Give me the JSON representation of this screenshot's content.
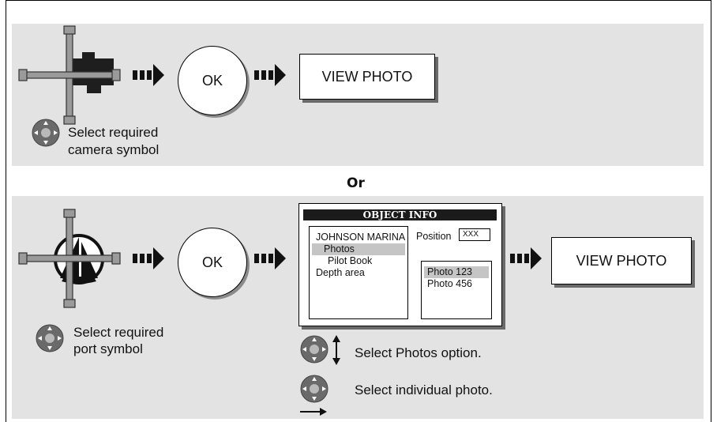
{
  "row1": {
    "ok_label": "OK",
    "view_photo_label": "VIEW PHOTO",
    "caption_line1": "Select required",
    "caption_line2": "camera symbol"
  },
  "separator": {
    "or_label": "Or"
  },
  "row2": {
    "ok_label": "OK",
    "view_photo_label": "VIEW PHOTO",
    "caption_line1": "Select required",
    "caption_line2": "port symbol",
    "dialog": {
      "title": "OBJECT INFO",
      "items": [
        "JOHNSON MARINA",
        "Photos",
        "Pilot Book",
        "Depth area"
      ],
      "selected_item": "Photos",
      "position_label": "Position",
      "position_value": "XXX",
      "photos": [
        "Photo 123",
        "Photo 456"
      ],
      "selected_photo": "Photo 123"
    },
    "instruction_1": "Select Photos option.",
    "instruction_2": "Select individual photo."
  },
  "figure_id": "D9162-1",
  "icons": {
    "cursor": "cursor-crosshair-icon",
    "arrow": "dashed-right-arrow-icon",
    "trackpad": "trackpad-icon",
    "camera": "camera-symbol-icon",
    "port": "port-symbol-icon"
  }
}
